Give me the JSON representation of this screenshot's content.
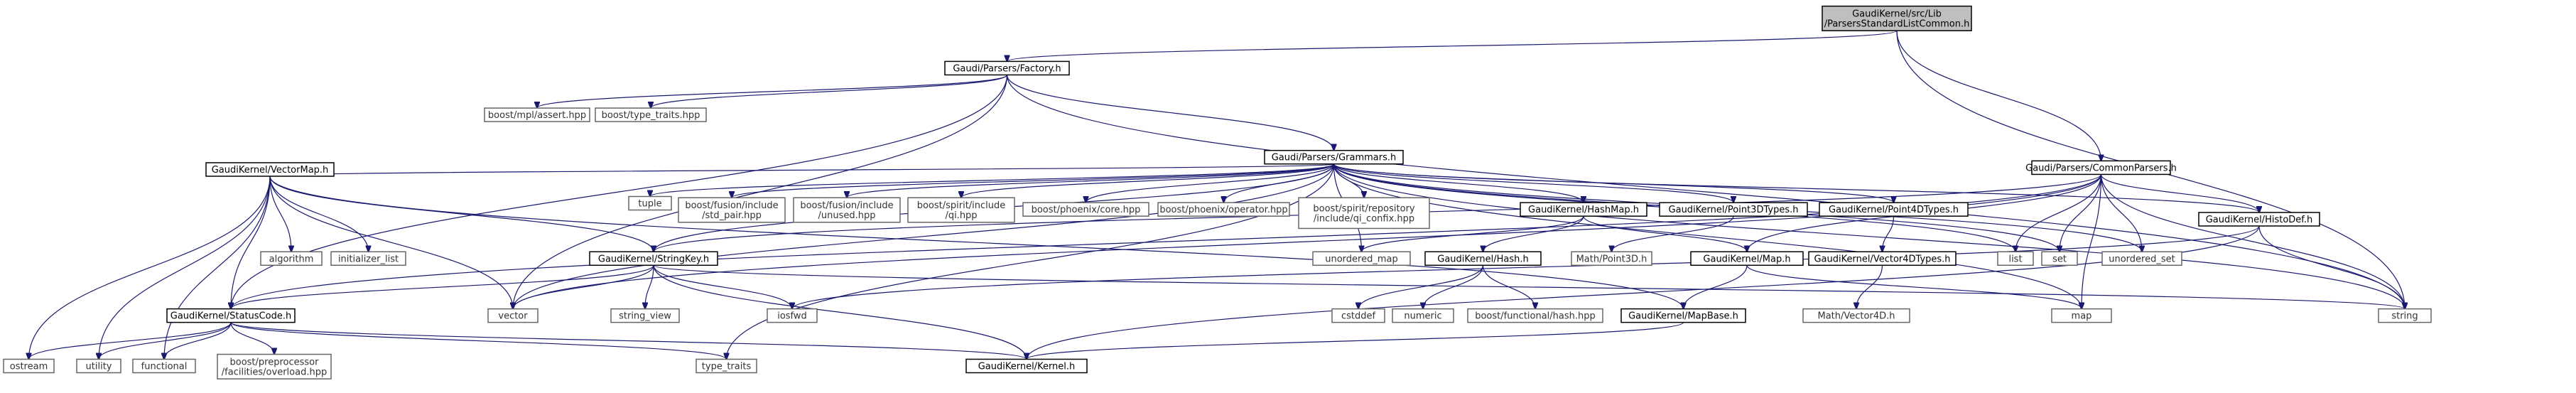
{
  "title": "",
  "graph": {
    "nodes": [
      {
        "id": "root",
        "lines": [
          "GaudiKernel/src/Lib",
          "/ParsersStandardListCommon.h"
        ],
        "kind": "root"
      },
      {
        "id": "factory",
        "lines": [
          "Gaudi/Parsers/Factory.h"
        ],
        "kind": "local"
      },
      {
        "id": "common",
        "lines": [
          "Gaudi/Parsers/CommonParsers.h"
        ],
        "kind": "local"
      },
      {
        "id": "grammars",
        "lines": [
          "Gaudi/Parsers/Grammars.h"
        ],
        "kind": "local"
      },
      {
        "id": "mplassert",
        "lines": [
          "boost/mpl/assert.hpp"
        ],
        "kind": "ext"
      },
      {
        "id": "typetraitshpp",
        "lines": [
          "boost/type_traits.hpp"
        ],
        "kind": "ext"
      },
      {
        "id": "vectormap",
        "lines": [
          "GaudiKernel/VectorMap.h"
        ],
        "kind": "local"
      },
      {
        "id": "tuple",
        "lines": [
          "tuple"
        ],
        "kind": "ext"
      },
      {
        "id": "stdpair",
        "lines": [
          "boost/fusion/include",
          "/std_pair.hpp"
        ],
        "kind": "ext"
      },
      {
        "id": "unused",
        "lines": [
          "boost/fusion/include",
          "/unused.hpp"
        ],
        "kind": "ext"
      },
      {
        "id": "qi",
        "lines": [
          "boost/spirit/include",
          "/qi.hpp"
        ],
        "kind": "ext"
      },
      {
        "id": "phxcore",
        "lines": [
          "boost/phoenix/core.hpp"
        ],
        "kind": "ext"
      },
      {
        "id": "phxop",
        "lines": [
          "boost/phoenix/operator.hpp"
        ],
        "kind": "ext"
      },
      {
        "id": "qiconfix",
        "lines": [
          "boost/spirit/repository",
          "/include/qi_confix.hpp"
        ],
        "kind": "ext"
      },
      {
        "id": "hashmap",
        "lines": [
          "GaudiKernel/HashMap.h"
        ],
        "kind": "local"
      },
      {
        "id": "p3d",
        "lines": [
          "GaudiKernel/Point3DTypes.h"
        ],
        "kind": "local"
      },
      {
        "id": "p4d",
        "lines": [
          "GaudiKernel/Point4DTypes.h"
        ],
        "kind": "local"
      },
      {
        "id": "histodef",
        "lines": [
          "GaudiKernel/HistoDef.h"
        ],
        "kind": "local"
      },
      {
        "id": "algorithm",
        "lines": [
          "algorithm"
        ],
        "kind": "ext"
      },
      {
        "id": "initlist",
        "lines": [
          "initializer_list"
        ],
        "kind": "ext"
      },
      {
        "id": "stringkey",
        "lines": [
          "GaudiKernel/StringKey.h"
        ],
        "kind": "local"
      },
      {
        "id": "unordmap",
        "lines": [
          "unordered_map"
        ],
        "kind": "ext"
      },
      {
        "id": "hash",
        "lines": [
          "GaudiKernel/Hash.h"
        ],
        "kind": "local"
      },
      {
        "id": "point3d",
        "lines": [
          "Math/Point3D.h"
        ],
        "kind": "ext"
      },
      {
        "id": "gkmap",
        "lines": [
          "GaudiKernel/Map.h"
        ],
        "kind": "local"
      },
      {
        "id": "v4d",
        "lines": [
          "GaudiKernel/Vector4DTypes.h"
        ],
        "kind": "local"
      },
      {
        "id": "list",
        "lines": [
          "list"
        ],
        "kind": "ext"
      },
      {
        "id": "set",
        "lines": [
          "set"
        ],
        "kind": "ext"
      },
      {
        "id": "unordset",
        "lines": [
          "unordered_set"
        ],
        "kind": "ext"
      },
      {
        "id": "statuscode",
        "lines": [
          "GaudiKernel/StatusCode.h"
        ],
        "kind": "local"
      },
      {
        "id": "vector",
        "lines": [
          "vector"
        ],
        "kind": "ext"
      },
      {
        "id": "stringview",
        "lines": [
          "string_view"
        ],
        "kind": "ext"
      },
      {
        "id": "iosfwd",
        "lines": [
          "iosfwd"
        ],
        "kind": "ext"
      },
      {
        "id": "cstddef",
        "lines": [
          "cstddef"
        ],
        "kind": "ext"
      },
      {
        "id": "numeric",
        "lines": [
          "numeric"
        ],
        "kind": "ext"
      },
      {
        "id": "bfhash",
        "lines": [
          "boost/functional/hash.hpp"
        ],
        "kind": "ext"
      },
      {
        "id": "mapbase",
        "lines": [
          "GaudiKernel/MapBase.h"
        ],
        "kind": "local"
      },
      {
        "id": "vector4d",
        "lines": [
          "Math/Vector4D.h"
        ],
        "kind": "ext"
      },
      {
        "id": "map",
        "lines": [
          "map"
        ],
        "kind": "ext"
      },
      {
        "id": "string",
        "lines": [
          "string"
        ],
        "kind": "ext"
      },
      {
        "id": "ostream",
        "lines": [
          "ostream"
        ],
        "kind": "ext"
      },
      {
        "id": "utility",
        "lines": [
          "utility"
        ],
        "kind": "ext"
      },
      {
        "id": "functional",
        "lines": [
          "functional"
        ],
        "kind": "ext"
      },
      {
        "id": "overload",
        "lines": [
          "boost/preprocessor",
          "/facilities/overload.hpp"
        ],
        "kind": "ext"
      },
      {
        "id": "typetraits",
        "lines": [
          "type_traits"
        ],
        "kind": "ext"
      },
      {
        "id": "kernel",
        "lines": [
          "GaudiKernel/Kernel.h"
        ],
        "kind": "local"
      }
    ],
    "edges": [
      [
        "root",
        "factory"
      ],
      [
        "root",
        "common"
      ],
      [
        "root",
        "string"
      ],
      [
        "factory",
        "mplassert"
      ],
      [
        "factory",
        "typetraitshpp"
      ],
      [
        "factory",
        "grammars"
      ],
      [
        "factory",
        "statuscode"
      ],
      [
        "factory",
        "vector"
      ],
      [
        "factory",
        "string"
      ],
      [
        "grammars",
        "vectormap"
      ],
      [
        "grammars",
        "tuple"
      ],
      [
        "grammars",
        "stdpair"
      ],
      [
        "grammars",
        "unused"
      ],
      [
        "grammars",
        "qi"
      ],
      [
        "grammars",
        "phxcore"
      ],
      [
        "grammars",
        "phxop"
      ],
      [
        "grammars",
        "qiconfix"
      ],
      [
        "grammars",
        "hashmap"
      ],
      [
        "grammars",
        "p3d"
      ],
      [
        "grammars",
        "p4d"
      ],
      [
        "grammars",
        "histodef"
      ],
      [
        "grammars",
        "stringkey"
      ],
      [
        "grammars",
        "vector"
      ],
      [
        "grammars",
        "list"
      ],
      [
        "grammars",
        "set"
      ],
      [
        "grammars",
        "map"
      ],
      [
        "grammars",
        "string"
      ],
      [
        "grammars",
        "unordmap"
      ],
      [
        "grammars",
        "typetraits"
      ],
      [
        "grammars",
        "unordset"
      ],
      [
        "common",
        "stringkey"
      ],
      [
        "common",
        "vector"
      ],
      [
        "common",
        "list"
      ],
      [
        "common",
        "set"
      ],
      [
        "common",
        "unordset"
      ],
      [
        "common",
        "histodef"
      ],
      [
        "common",
        "gkmap"
      ],
      [
        "common",
        "map"
      ],
      [
        "common",
        "string"
      ],
      [
        "common",
        "statuscode"
      ],
      [
        "vectormap",
        "algorithm"
      ],
      [
        "vectormap",
        "initlist"
      ],
      [
        "vectormap",
        "stringkey"
      ],
      [
        "vectormap",
        "statuscode"
      ],
      [
        "vectormap",
        "vector"
      ],
      [
        "vectormap",
        "ostream"
      ],
      [
        "vectormap",
        "utility"
      ],
      [
        "vectormap",
        "functional"
      ],
      [
        "vectormap",
        "mapbase"
      ],
      [
        "hashmap",
        "unordmap"
      ],
      [
        "hashmap",
        "hash"
      ],
      [
        "hashmap",
        "gkmap"
      ],
      [
        "p3d",
        "point3d"
      ],
      [
        "p4d",
        "v4d"
      ],
      [
        "v4d",
        "vector4d"
      ],
      [
        "histodef",
        "iosfwd"
      ],
      [
        "histodef",
        "string"
      ],
      [
        "histodef",
        "kernel"
      ],
      [
        "stringkey",
        "statuscode"
      ],
      [
        "stringkey",
        "vector"
      ],
      [
        "stringkey",
        "stringview"
      ],
      [
        "stringkey",
        "iosfwd"
      ],
      [
        "stringkey",
        "string"
      ],
      [
        "stringkey",
        "kernel"
      ],
      [
        "hash",
        "cstddef"
      ],
      [
        "hash",
        "numeric"
      ],
      [
        "hash",
        "bfhash"
      ],
      [
        "gkmap",
        "mapbase"
      ],
      [
        "gkmap",
        "map"
      ],
      [
        "mapbase",
        "kernel"
      ],
      [
        "statuscode",
        "ostream"
      ],
      [
        "statuscode",
        "utility"
      ],
      [
        "statuscode",
        "functional"
      ],
      [
        "statuscode",
        "overload"
      ],
      [
        "statuscode",
        "typetraits"
      ],
      [
        "statuscode",
        "kernel"
      ]
    ]
  }
}
